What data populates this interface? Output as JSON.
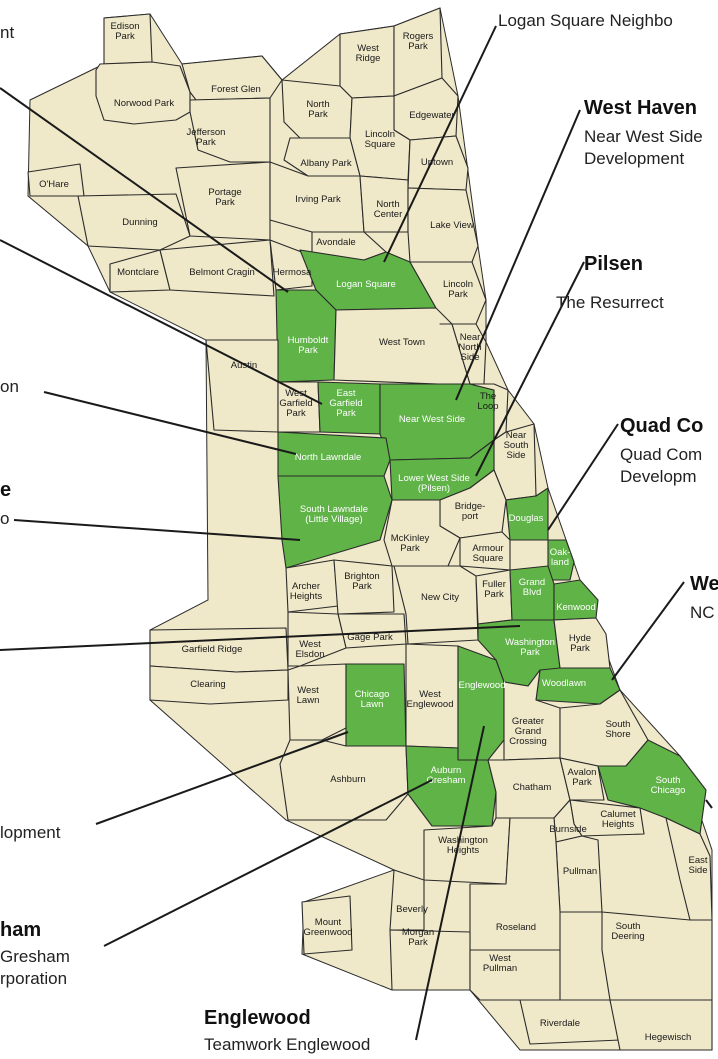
{
  "colors": {
    "highlight": "#5fb347",
    "base": "#efe8c9",
    "outline": "#2b2b2b",
    "text": "#1a1a1a"
  },
  "neighborhoods": [
    {
      "id": "edison-park",
      "label": "Edison\nPark",
      "highlight": false
    },
    {
      "id": "norwood-park",
      "label": "Norwood Park",
      "highlight": false
    },
    {
      "id": "forest-glen",
      "label": "Forest Glen",
      "highlight": false
    },
    {
      "id": "jefferson-park",
      "label": "Jefferson\nPark",
      "highlight": false
    },
    {
      "id": "west-ridge",
      "label": "West\nRidge",
      "highlight": false
    },
    {
      "id": "rogers-park",
      "label": "Rogers\nPark",
      "highlight": false
    },
    {
      "id": "north-park",
      "label": "North\nPark",
      "highlight": false
    },
    {
      "id": "edgewater",
      "label": "Edgewater",
      "highlight": false
    },
    {
      "id": "lincoln-square",
      "label": "Lincoln\nSquare",
      "highlight": false
    },
    {
      "id": "albany-park",
      "label": "Albany Park",
      "highlight": false
    },
    {
      "id": "uptown",
      "label": "Uptown",
      "highlight": false
    },
    {
      "id": "ohare",
      "label": "O'Hare",
      "highlight": false
    },
    {
      "id": "portage-park",
      "label": "Portage\nPark",
      "highlight": false
    },
    {
      "id": "irving-park",
      "label": "Irving Park",
      "highlight": false
    },
    {
      "id": "north-center",
      "label": "North\nCenter",
      "highlight": false
    },
    {
      "id": "lake-view",
      "label": "Lake View",
      "highlight": false
    },
    {
      "id": "dunning",
      "label": "Dunning",
      "highlight": false
    },
    {
      "id": "avondale",
      "label": "Avondale",
      "highlight": false
    },
    {
      "id": "montclare",
      "label": "Montclare",
      "highlight": false
    },
    {
      "id": "belmont-cragin",
      "label": "Belmont Cragin",
      "highlight": false
    },
    {
      "id": "hermosa",
      "label": "Hermosa",
      "highlight": false
    },
    {
      "id": "logan-square",
      "label": "Logan Square",
      "highlight": true
    },
    {
      "id": "lincoln-park",
      "label": "Lincoln\nPark",
      "highlight": false
    },
    {
      "id": "humboldt-park",
      "label": "Humboldt\nPark",
      "highlight": true
    },
    {
      "id": "west-town",
      "label": "West Town",
      "highlight": false
    },
    {
      "id": "near-north-side",
      "label": "Near\nNorth\nSide",
      "highlight": false
    },
    {
      "id": "austin",
      "label": "Austin",
      "highlight": false
    },
    {
      "id": "west-garfield-park",
      "label": "West\nGarfield\nPark",
      "highlight": false
    },
    {
      "id": "east-garfield-park",
      "label": "East\nGarfield\nPark",
      "highlight": true
    },
    {
      "id": "near-west-side",
      "label": "Near West Side",
      "highlight": true
    },
    {
      "id": "the-loop",
      "label": "The\nLoop",
      "highlight": false
    },
    {
      "id": "north-lawndale",
      "label": "North Lawndale",
      "highlight": true
    },
    {
      "id": "near-south-side",
      "label": "Near\nSouth\nSide",
      "highlight": false
    },
    {
      "id": "lower-west-side",
      "label": "Lower West Side\n(Pilsen)",
      "highlight": true
    },
    {
      "id": "south-lawndale",
      "label": "South Lawndale\n(Little Village)",
      "highlight": true
    },
    {
      "id": "bridgeport",
      "label": "Bridge-\nport",
      "highlight": false
    },
    {
      "id": "douglas",
      "label": "Douglas",
      "highlight": true
    },
    {
      "id": "mckinley-park",
      "label": "McKinley\nPark",
      "highlight": false
    },
    {
      "id": "armour-square",
      "label": "Armour\nSquare",
      "highlight": false
    },
    {
      "id": "oakland",
      "label": "Oak-\nland",
      "highlight": true
    },
    {
      "id": "archer-heights",
      "label": "Archer\nHeights",
      "highlight": false
    },
    {
      "id": "brighton-park",
      "label": "Brighton\nPark",
      "highlight": false
    },
    {
      "id": "new-city",
      "label": "New City",
      "highlight": false
    },
    {
      "id": "fuller-park",
      "label": "Fuller\nPark",
      "highlight": false
    },
    {
      "id": "grand-blvd",
      "label": "Grand\nBlvd",
      "highlight": true
    },
    {
      "id": "kenwood",
      "label": "Kenwood",
      "highlight": true
    },
    {
      "id": "garfield-ridge",
      "label": "Garfield Ridge",
      "highlight": false
    },
    {
      "id": "gage-park",
      "label": "Gage Park",
      "highlight": false
    },
    {
      "id": "west-elsdon",
      "label": "West\nElsdon",
      "highlight": false
    },
    {
      "id": "washington-park",
      "label": "Washington\nPark",
      "highlight": true
    },
    {
      "id": "hyde-park",
      "label": "Hyde\nPark",
      "highlight": false
    },
    {
      "id": "clearing",
      "label": "Clearing",
      "highlight": false
    },
    {
      "id": "west-lawn",
      "label": "West\nLawn",
      "highlight": false
    },
    {
      "id": "chicago-lawn",
      "label": "Chicago\nLawn",
      "highlight": true
    },
    {
      "id": "west-englewood",
      "label": "West\nEnglewood",
      "highlight": false
    },
    {
      "id": "englewood",
      "label": "Englewood",
      "highlight": true
    },
    {
      "id": "woodlawn",
      "label": "Woodlawn",
      "highlight": true
    },
    {
      "id": "greater-grand-crossing",
      "label": "Greater\nGrand\nCrossing",
      "highlight": false
    },
    {
      "id": "south-shore",
      "label": "South\nShore",
      "highlight": false
    },
    {
      "id": "ashburn",
      "label": "Ashburn",
      "highlight": false
    },
    {
      "id": "auburn-gresham",
      "label": "Auburn\nGresham",
      "highlight": true
    },
    {
      "id": "chatham",
      "label": "Chatham",
      "highlight": false
    },
    {
      "id": "avalon-park",
      "label": "Avalon\nPark",
      "highlight": false
    },
    {
      "id": "south-chicago",
      "label": "South\nChicago",
      "highlight": true
    },
    {
      "id": "calumet-heights",
      "label": "Calumet\nHeights",
      "highlight": false
    },
    {
      "id": "burnside",
      "label": "Burnside",
      "highlight": false
    },
    {
      "id": "washington-heights",
      "label": "Washington\nHeights",
      "highlight": false
    },
    {
      "id": "pullman",
      "label": "Pullman",
      "highlight": false
    },
    {
      "id": "east-side",
      "label": "East\nSide",
      "highlight": false
    },
    {
      "id": "beverly",
      "label": "Beverly",
      "highlight": false
    },
    {
      "id": "roseland",
      "label": "Roseland",
      "highlight": false
    },
    {
      "id": "mount-greenwood",
      "label": "Mount\nGreenwood",
      "highlight": false
    },
    {
      "id": "morgan-park",
      "label": "Morgan\nPark",
      "highlight": false
    },
    {
      "id": "south-deering",
      "label": "South\nDeering",
      "highlight": false
    },
    {
      "id": "west-pullman",
      "label": "West\nPullman",
      "highlight": false
    },
    {
      "id": "riverdale",
      "label": "Riverdale",
      "highlight": false
    },
    {
      "id": "hegewisch",
      "label": "Hegewisch",
      "highlight": false
    }
  ],
  "callouts": [
    {
      "id": "logan-square",
      "title": "",
      "subtitle": "Logan Square Neighbo"
    },
    {
      "id": "west-haven",
      "title": "West Haven",
      "subtitle": "Near West Side\nDevelopment"
    },
    {
      "id": "pilsen",
      "title": "Pilsen",
      "subtitle": "The Resurrect"
    },
    {
      "id": "quad",
      "title": "Quad Co",
      "subtitle": "Quad Com\nDevelopm"
    },
    {
      "id": "woodlawn",
      "title": "We",
      "subtitle": "NC"
    },
    {
      "id": "left-top",
      "title": "",
      "subtitle": "nt"
    },
    {
      "id": "left-mid",
      "title": "",
      "subtitle": "on"
    },
    {
      "id": "left-little-village",
      "title": "e",
      "subtitle": "o"
    },
    {
      "id": "left-chicago-lawn",
      "title": "",
      "subtitle": "lopment"
    },
    {
      "id": "auburn",
      "title": "ham",
      "subtitle": "Gresham\nrporation"
    },
    {
      "id": "englewood",
      "title": "Englewood",
      "subtitle": "Teamwork Englewood"
    }
  ]
}
